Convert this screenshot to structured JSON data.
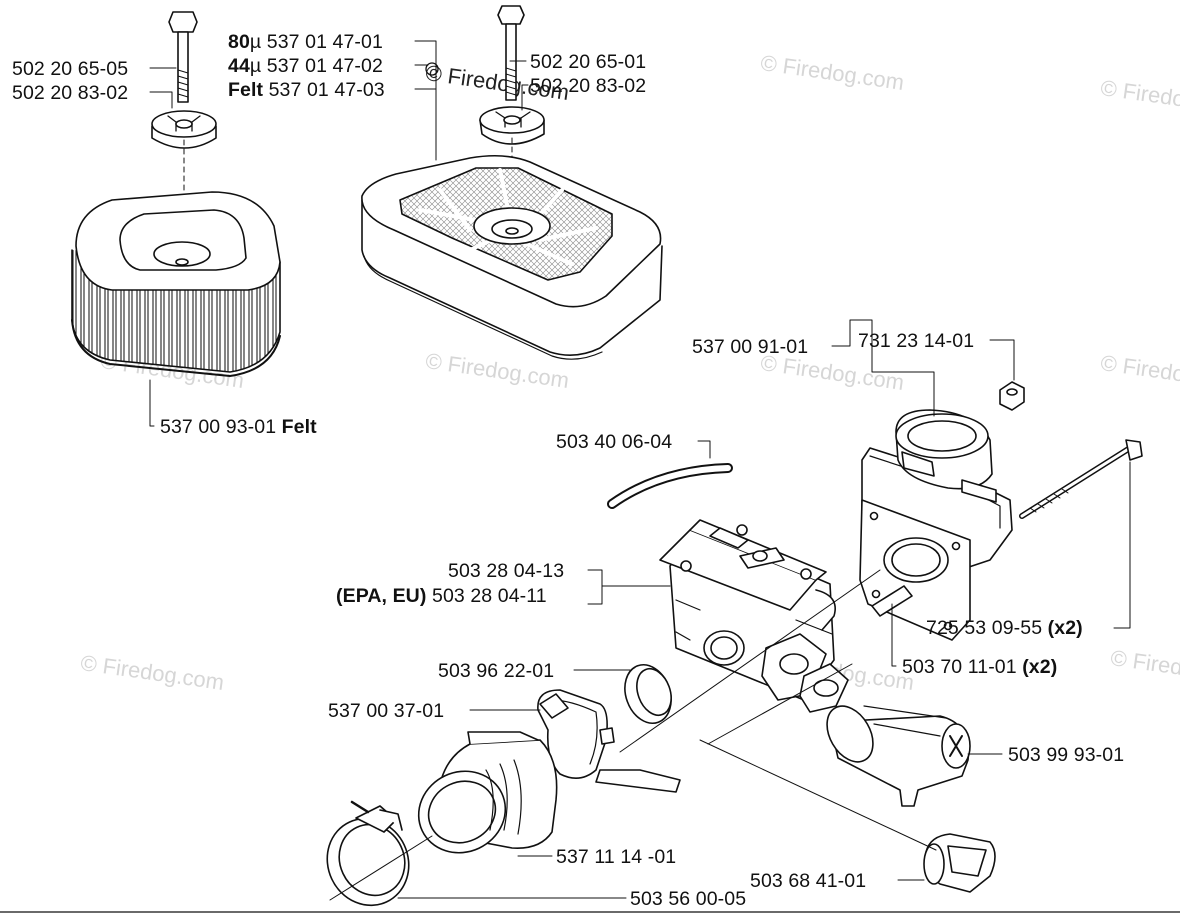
{
  "watermark": {
    "text": "© Firedog.com",
    "color": "#d6d6d6"
  },
  "callouts": {
    "bolt_left": "502 20 65-05",
    "washer_left": "502 20 83-02",
    "filter_80_prefix": "80",
    "filter_80_unit": "µ",
    "filter_80_part": "537 01 47-01",
    "filter_44_prefix": "44",
    "filter_44_unit": "µ",
    "filter_44_part": "537 01 47-02",
    "filter_felt_prefix": "Felt",
    "filter_felt_part": "537 01 47-03",
    "bolt_right": "502 20 65-01",
    "washer_right": "502 20 83-02",
    "felt_filter_part": "537 00 93-01",
    "felt_filter_suffix": "Felt",
    "holder_part": "537 00 91-01",
    "nut_part": "731 23 14-01",
    "hose_part": "503 40 06-04",
    "carb_part": "503 28 04-13",
    "carb_epa_prefix": "(EPA, EU)",
    "carb_epa_part": "503 28 04-11",
    "screw_part": "725 53 09-55",
    "screw_qty": "(x2)",
    "sleeve_part": "503 70 11-01",
    "sleeve_qty": "(x2)",
    "ring_part": "503 96 22-01",
    "clamp_part": "537 00 37-01",
    "intake_part": "537 11 14 -01",
    "hoseclamp_part": "503 56 00-05",
    "bellows_part": "503 99 93-01",
    "grommet_part": "503 68 41-01"
  }
}
